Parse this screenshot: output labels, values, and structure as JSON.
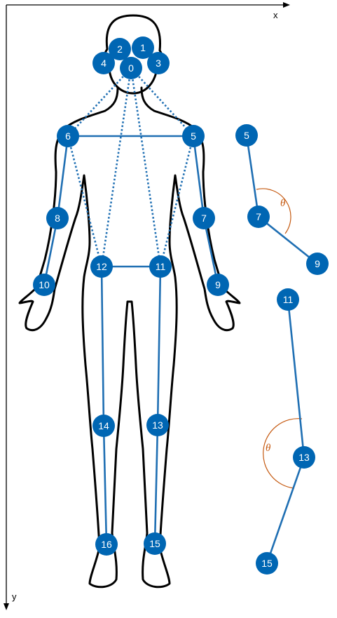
{
  "colors": {
    "keypoint": "#0066b3",
    "skeleton": "#1f6fb3",
    "outline": "#000000",
    "angle": "#c55a11",
    "axis": "#000000"
  },
  "axes": {
    "x_label": "x",
    "y_label": "y"
  },
  "keypoints": [
    "0",
    "1",
    "2",
    "3",
    "4",
    "5",
    "6",
    "7",
    "8",
    "9",
    "10",
    "11",
    "12",
    "13",
    "14",
    "15",
    "16"
  ],
  "skeleton_solid": [
    [
      "6",
      "5"
    ],
    [
      "6",
      "8"
    ],
    [
      "8",
      "10"
    ],
    [
      "5",
      "7"
    ],
    [
      "7",
      "9"
    ],
    [
      "12",
      "11"
    ],
    [
      "12",
      "14"
    ],
    [
      "14",
      "16"
    ],
    [
      "11",
      "13"
    ],
    [
      "13",
      "15"
    ]
  ],
  "skeleton_dotted": [
    [
      "0",
      "6"
    ],
    [
      "0",
      "5"
    ],
    [
      "0",
      "12"
    ],
    [
      "0",
      "11"
    ],
    [
      "6",
      "12"
    ],
    [
      "5",
      "11"
    ]
  ],
  "arm_angle": {
    "joints": [
      "5",
      "7",
      "9"
    ],
    "angle_symbol": "θ"
  },
  "leg_angle": {
    "joints": [
      "11",
      "13",
      "15"
    ],
    "angle_symbol": "θ"
  }
}
